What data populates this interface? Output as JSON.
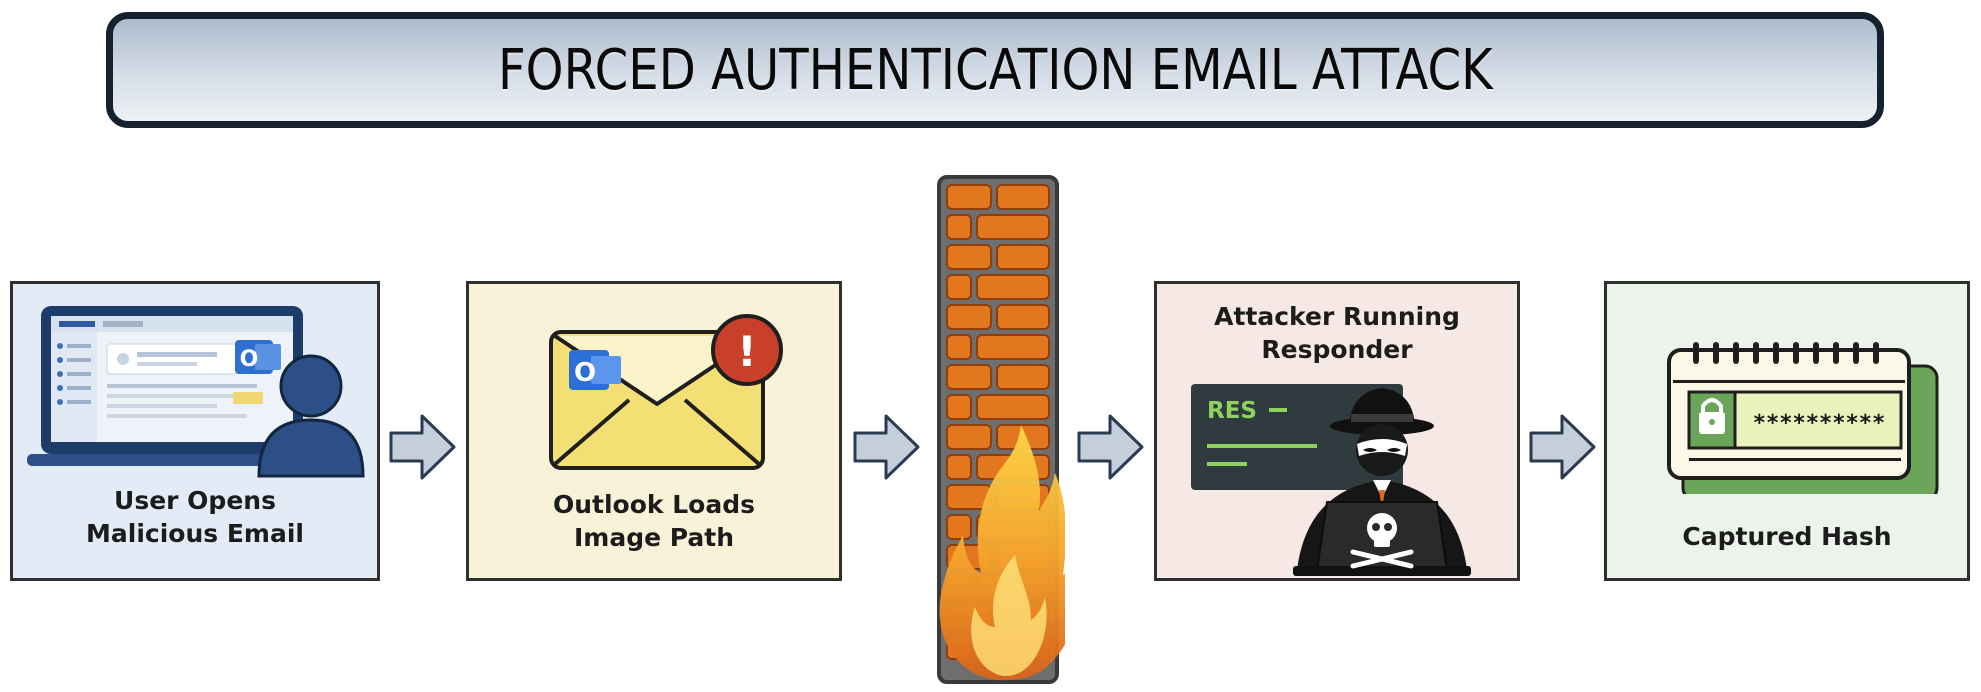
{
  "title": "FORCED AUTHENTICATION EMAIL ATTACK",
  "steps": [
    {
      "line1": "User Opens",
      "line2": "Malicious Email"
    },
    {
      "line1": "Outlook Loads",
      "line2": "Image Path"
    },
    {
      "line1": "Attacker Running",
      "line2": "Responder"
    },
    {
      "line1": "Captured Hash"
    }
  ],
  "outlook_badge": "O",
  "alert_glyph": "!",
  "terminal_text": "RES",
  "masked_hash": "**********",
  "colors": {
    "banner_border": "#15212e",
    "panel1_bg": "#e3ecf6",
    "panel2_bg": "#f8f3d8",
    "panel3_bg": "#f6e8e4",
    "panel4_bg": "#ecf3ea",
    "arrow_fill": "#c5cfdb",
    "brick": "#e2771f",
    "accent_green": "#8fd35f"
  }
}
